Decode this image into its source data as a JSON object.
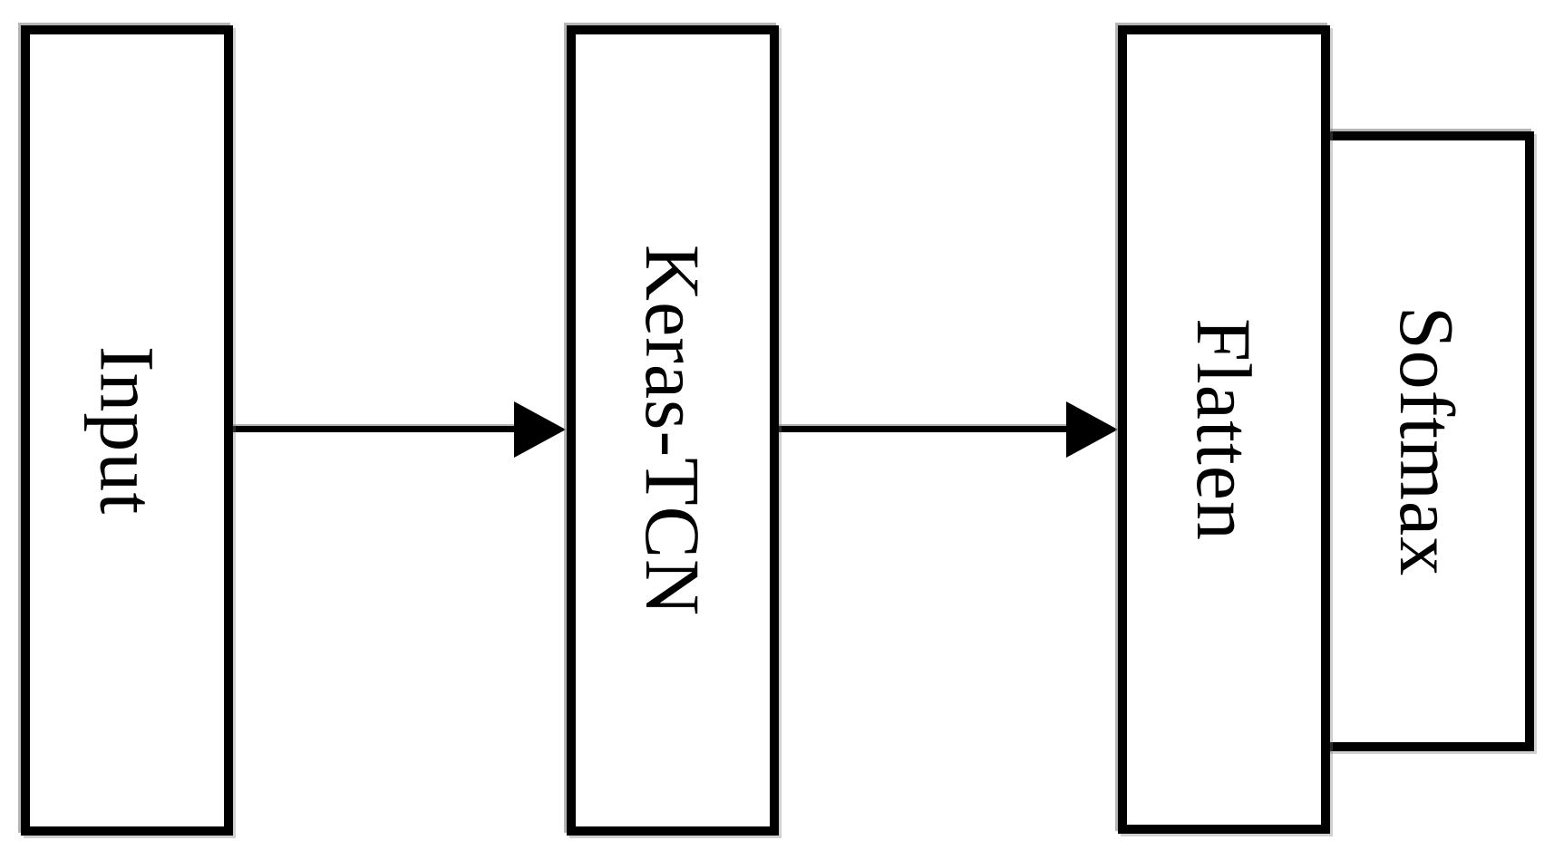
{
  "diagram": {
    "nodes": [
      {
        "id": "input",
        "label": "Input"
      },
      {
        "id": "keras-tcn",
        "label": "Keras-TCN"
      },
      {
        "id": "flatten",
        "label": "Flatten"
      },
      {
        "id": "softmax",
        "label": "Softmax"
      }
    ],
    "edges": [
      {
        "from": "Input",
        "to": "Keras-TCN",
        "type": "arrow"
      },
      {
        "from": "Keras-TCN",
        "to": "Flatten",
        "type": "arrow"
      },
      {
        "from": "Flatten",
        "to": "Softmax",
        "type": "adjacent"
      }
    ],
    "colors": {
      "background": "#ffffff",
      "border": "#000000",
      "text": "#000000",
      "arrow": "#000000"
    },
    "text_orientation": "rotated-90deg-clockwise"
  }
}
